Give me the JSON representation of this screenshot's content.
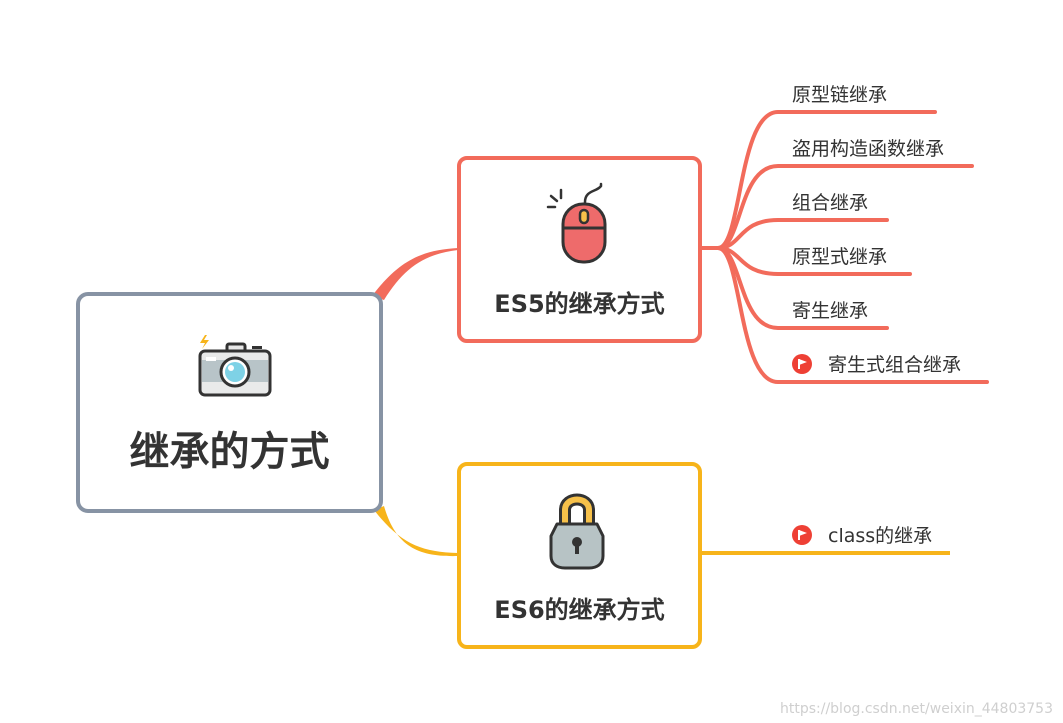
{
  "root": {
    "title": "继承的方式",
    "icon": "camera-icon"
  },
  "branches": [
    {
      "title": "ES5的继承方式",
      "icon": "mouse-icon",
      "color": "#f26b5b",
      "items": [
        {
          "label": "原型链继承"
        },
        {
          "label": "盗用构造函数继承"
        },
        {
          "label": "组合继承"
        },
        {
          "label": "原型式继承"
        },
        {
          "label": "寄生继承"
        },
        {
          "label": "寄生式组合继承",
          "marker": "red-flag-icon"
        }
      ]
    },
    {
      "title": "ES6的继承方式",
      "icon": "padlock-icon",
      "color": "#f7b41a",
      "items": [
        {
          "label": "class的继承",
          "marker": "red-flag-icon"
        }
      ]
    }
  ],
  "watermark": "https://blog.csdn.net/weixin_44803753"
}
